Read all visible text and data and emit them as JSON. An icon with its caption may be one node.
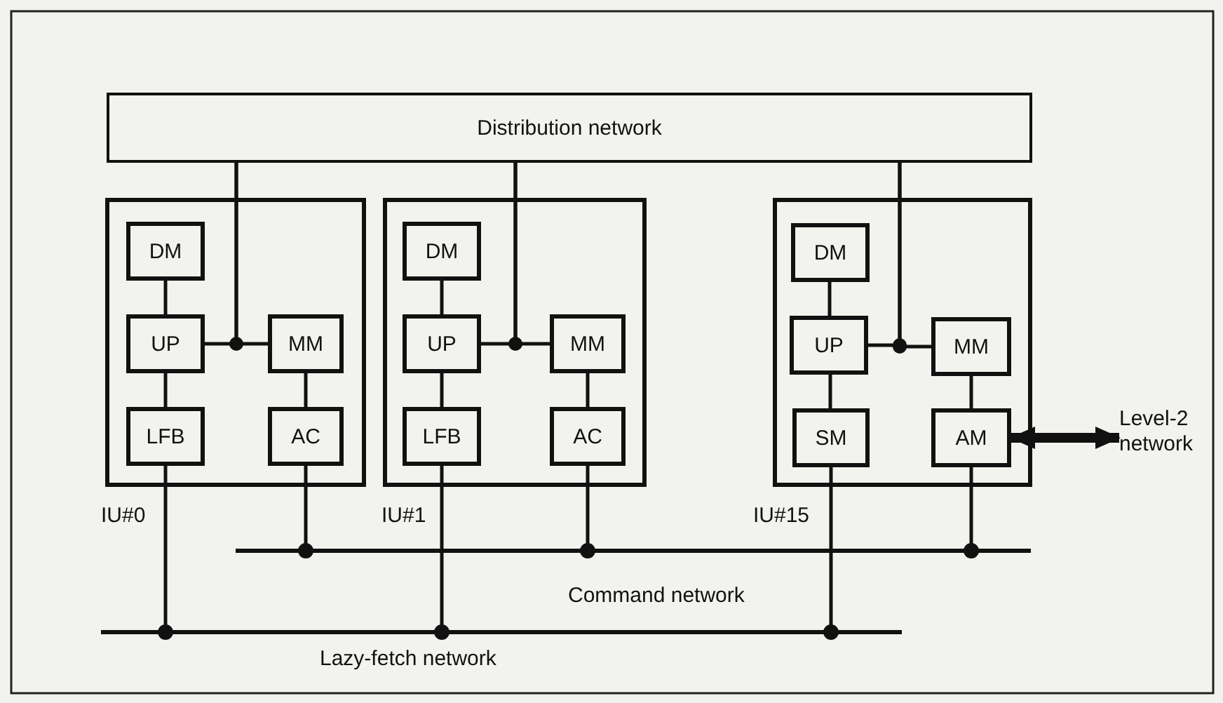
{
  "diagram": {
    "nodes": [
      {
        "text": [
          "Distribution network"
        ]
      },
      {
        "text": [
          "IU#0"
        ]
      },
      {
        "text": [
          "DM"
        ],
        "in": 1
      },
      {
        "text": [
          "UP"
        ],
        "in": 1
      },
      {
        "text": [
          "LFB"
        ],
        "in": 1
      },
      {
        "text": [
          "MM"
        ],
        "in": 1
      },
      {
        "text": [
          "AC"
        ],
        "in": 1
      },
      {
        "text": [
          "IU#1"
        ]
      },
      {
        "text": [
          "DM"
        ],
        "in": 7
      },
      {
        "text": [
          "UP"
        ],
        "in": 7
      },
      {
        "text": [
          "LFB"
        ],
        "in": 7
      },
      {
        "text": [
          "MM"
        ],
        "in": 7
      },
      {
        "text": [
          "AC"
        ],
        "in": 7
      },
      {
        "text": [
          "IU#15"
        ]
      },
      {
        "text": [
          "DM"
        ],
        "in": 13
      },
      {
        "text": [
          "UP"
        ],
        "in": 13
      },
      {
        "text": [
          "SM"
        ],
        "in": 13
      },
      {
        "text": [
          "MM"
        ],
        "in": 13
      },
      {
        "text": [
          "AM"
        ],
        "in": 13
      },
      {
        "text": [
          "Level-2 network"
        ]
      },
      {
        "text": [
          "Command network"
        ]
      },
      {
        "text": [
          "Lazy-fetch network"
        ]
      }
    ],
    "edges": [
      {
        "from": 2,
        "to": 3,
        "arrow": "none"
      },
      {
        "from": 3,
        "to": 4,
        "arrow": "none"
      },
      {
        "from": 5,
        "to": 6,
        "arrow": "none"
      },
      {
        "from": 0,
        "to": 3,
        "arrow": "none"
      },
      {
        "from": 0,
        "to": 5,
        "arrow": "none"
      },
      {
        "from": 6,
        "to": 20,
        "arrow": "other"
      },
      {
        "from": 4,
        "to": 21,
        "arrow": "other"
      },
      {
        "from": 8,
        "to": 9,
        "arrow": "none"
      },
      {
        "from": 9,
        "to": 10,
        "arrow": "none"
      },
      {
        "from": 11,
        "to": 12,
        "arrow": "none"
      },
      {
        "from": 0,
        "to": 9,
        "arrow": "none"
      },
      {
        "from": 0,
        "to": 11,
        "arrow": "none"
      },
      {
        "from": 12,
        "to": 20,
        "arrow": "other"
      },
      {
        "from": 10,
        "to": 21,
        "arrow": "other"
      },
      {
        "from": 14,
        "to": 15,
        "arrow": "none"
      },
      {
        "from": 15,
        "to": 16,
        "arrow": "none"
      },
      {
        "from": 17,
        "to": 18,
        "arrow": "none"
      },
      {
        "from": 0,
        "to": 15,
        "arrow": "none"
      },
      {
        "from": 0,
        "to": 17,
        "arrow": "none"
      },
      {
        "from": 18,
        "to": 20,
        "arrow": "other"
      },
      {
        "from": 16,
        "to": 21,
        "arrow": "other"
      },
      {
        "from": 18,
        "to": 19,
        "arrow": "both",
        "style": "thick"
      }
    ]
  }
}
